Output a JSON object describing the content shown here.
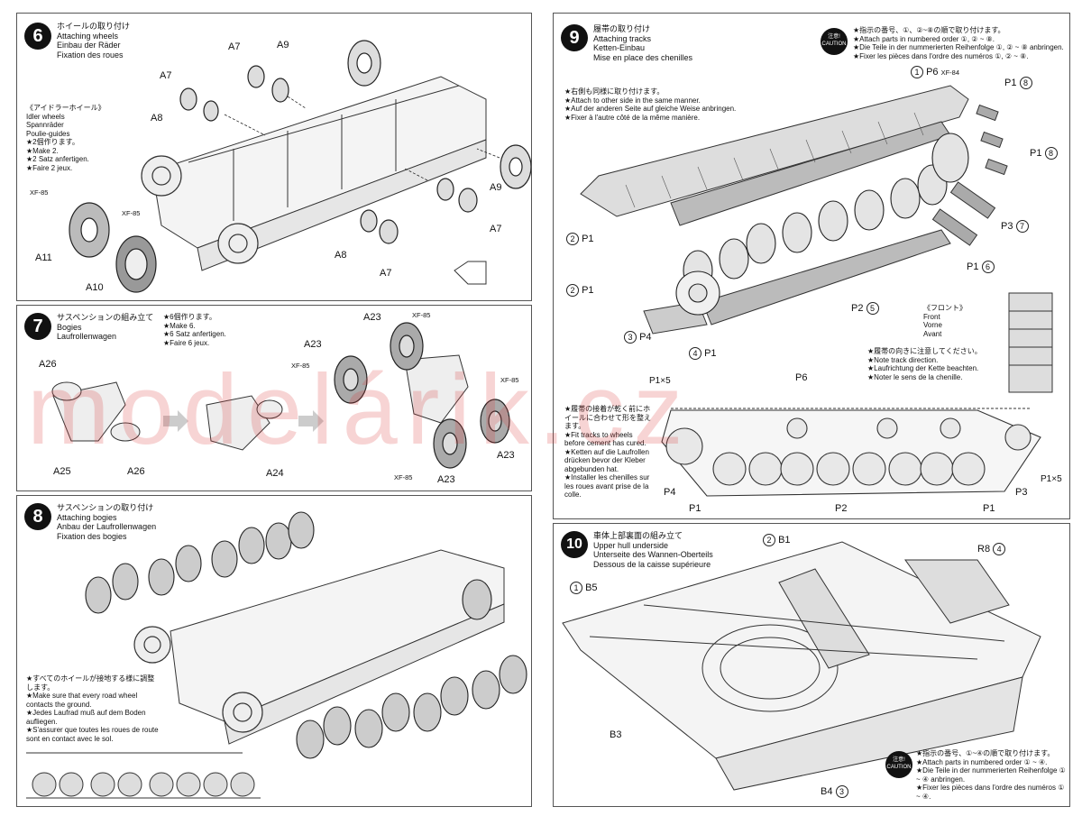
{
  "step6": {
    "number": "6",
    "title_jp": "ホイールの取り付け",
    "title_en": "Attaching wheels",
    "title_de": "Einbau der Räder",
    "title_fr": "Fixation des roues",
    "idler_jp": "《アイドラーホイール》",
    "idler_en": "Idler wheels",
    "idler_de": "Spannräder",
    "idler_fr": "Poulie-guides",
    "note1": "★2個作ります。",
    "note2": "★Make 2.",
    "note3": "★2 Satz anfertigen.",
    "note4": "★Faire 2 jeux.",
    "labels": {
      "a7a": "A7",
      "a9a": "A9",
      "a7b": "A7",
      "a8a": "A8",
      "xf85a": "XF-85",
      "xf85b": "XF-85",
      "a11": "A11",
      "a10": "A10",
      "a9b": "A9",
      "a7c": "A7",
      "a8b": "A8",
      "a7d": "A7"
    }
  },
  "step7": {
    "number": "7",
    "title_jp": "サスペンションの組み立て",
    "title_en": "Bogies",
    "title_de": "Laufrollenwagen",
    "note1": "★6個作ります。",
    "note2": "★Make 6.",
    "note3": "★6 Satz anfertigen.",
    "note4": "★Faire 6 jeux.",
    "labels": {
      "a26a": "A26",
      "a25": "A25",
      "a26b": "A26",
      "a24": "A24",
      "a23a": "A23",
      "a23b": "A23",
      "xf85a": "XF-85",
      "xf85b": "XF-85",
      "xf85c": "XF-85",
      "xf85d": "XF-85",
      "a23c": "A23",
      "a23d": "A23"
    }
  },
  "step8": {
    "number": "8",
    "title_jp": "サスペンションの取り付け",
    "title_en": "Attaching bogies",
    "title_de": "Anbau der Laufrollenwagen",
    "title_fr": "Fixation des bogies",
    "note_jp": "★すべてのホイールが接地する様に調整します。",
    "note_en": "★Make sure that every road wheel contacts the ground.",
    "note_de": "★Jedes Laufrad muß auf dem Boden aufliegen.",
    "note_fr": "★S'assurer que toutes les roues de route sont en contact avec le sol."
  },
  "step9": {
    "number": "9",
    "title_jp": "履帯の取り付け",
    "title_en": "Attaching tracks",
    "title_de": "Ketten-Einbau",
    "title_fr": "Mise en place des chenilles",
    "caution": "注意! CAUTION",
    "order_jp": "★指示の番号、①、②~⑧の順で取り付けます。",
    "order_en": "★Attach parts in numbered order ①, ② ~ ⑧.",
    "order_de": "★Die Teile in der nummerierten Reihenfolge ①, ② ~ ⑧ anbringen.",
    "order_fr": "★Fixer les pièces dans l'ordre des numéros ①, ② ~ ⑧.",
    "other_jp": "★右側も同様に取り付けます。",
    "other_en": "★Attach to other side in the same manner.",
    "other_de": "★Auf der anderen Seite auf gleiche Weise anbringen.",
    "other_fr": "★Fixer à l'autre côté de la même manière.",
    "front_jp": "《フロント》",
    "front_en": "Front",
    "front_de": "Vorne",
    "front_fr": "Avant",
    "dir_jp": "★履帯の向きに注意してください。",
    "dir_en": "★Note track direction.",
    "dir_de": "★Laufrichtung der Kette beachten.",
    "dir_fr": "★Noter le sens de la chenille.",
    "fit_jp": "★履帯の接着が乾く前にホイールに合わせて形を整えます。",
    "fit_en": "★Fit tracks to wheels before cement has cured.",
    "fit_de": "★Ketten auf die Laufrollen drücken bevor der Kleber abgebunden hat.",
    "fit_fr": "★Installer les chenilles sur les roues avant prise de la colle.",
    "labels": {
      "p6top": "P6",
      "xf84": "XF-84",
      "p1_8a": "P1",
      "p1_8b": "P1",
      "p3_7": "P3",
      "p1_6": "P1",
      "p2_5": "P2",
      "p1_4": "P1",
      "p4_3": "P4",
      "p1_2a": "P1",
      "p1_2b": "P1",
      "p1x5a": "P1×5",
      "p6b": "P6",
      "p4b": "P4",
      "p1b": "P1",
      "p2b": "P2",
      "p1c": "P1",
      "p3b": "P3",
      "p1x5b": "P1×5",
      "n1": "1",
      "n2": "2",
      "n3": "3",
      "n4": "4",
      "n5": "5",
      "n6": "6",
      "n7": "7",
      "n8": "8"
    }
  },
  "step10": {
    "number": "10",
    "title_jp": "車体上部裏面の組み立て",
    "title_en": "Upper hull underside",
    "title_de": "Unterseite des Wannen-Oberteils",
    "title_fr": "Dessous de la caisse supérieure",
    "caution": "注意! CAUTION",
    "order_jp": "★指示の番号、①~④の順で取り付けます。",
    "order_en": "★Attach parts in numbered order ① ~ ④.",
    "order_de": "★Die Teile in der nummerierten Reihenfolge ① ~ ④ anbringen.",
    "order_fr": "★Fixer les pièces dans l'ordre des numéros ① ~ ④.",
    "labels": {
      "b1": "B1",
      "b5": "B5",
      "r8": "R8",
      "b3": "B3",
      "b4": "B4",
      "n1": "1",
      "n2": "2",
      "n3": "3",
      "n4": "4"
    }
  },
  "watermark": "modelárik.cz"
}
